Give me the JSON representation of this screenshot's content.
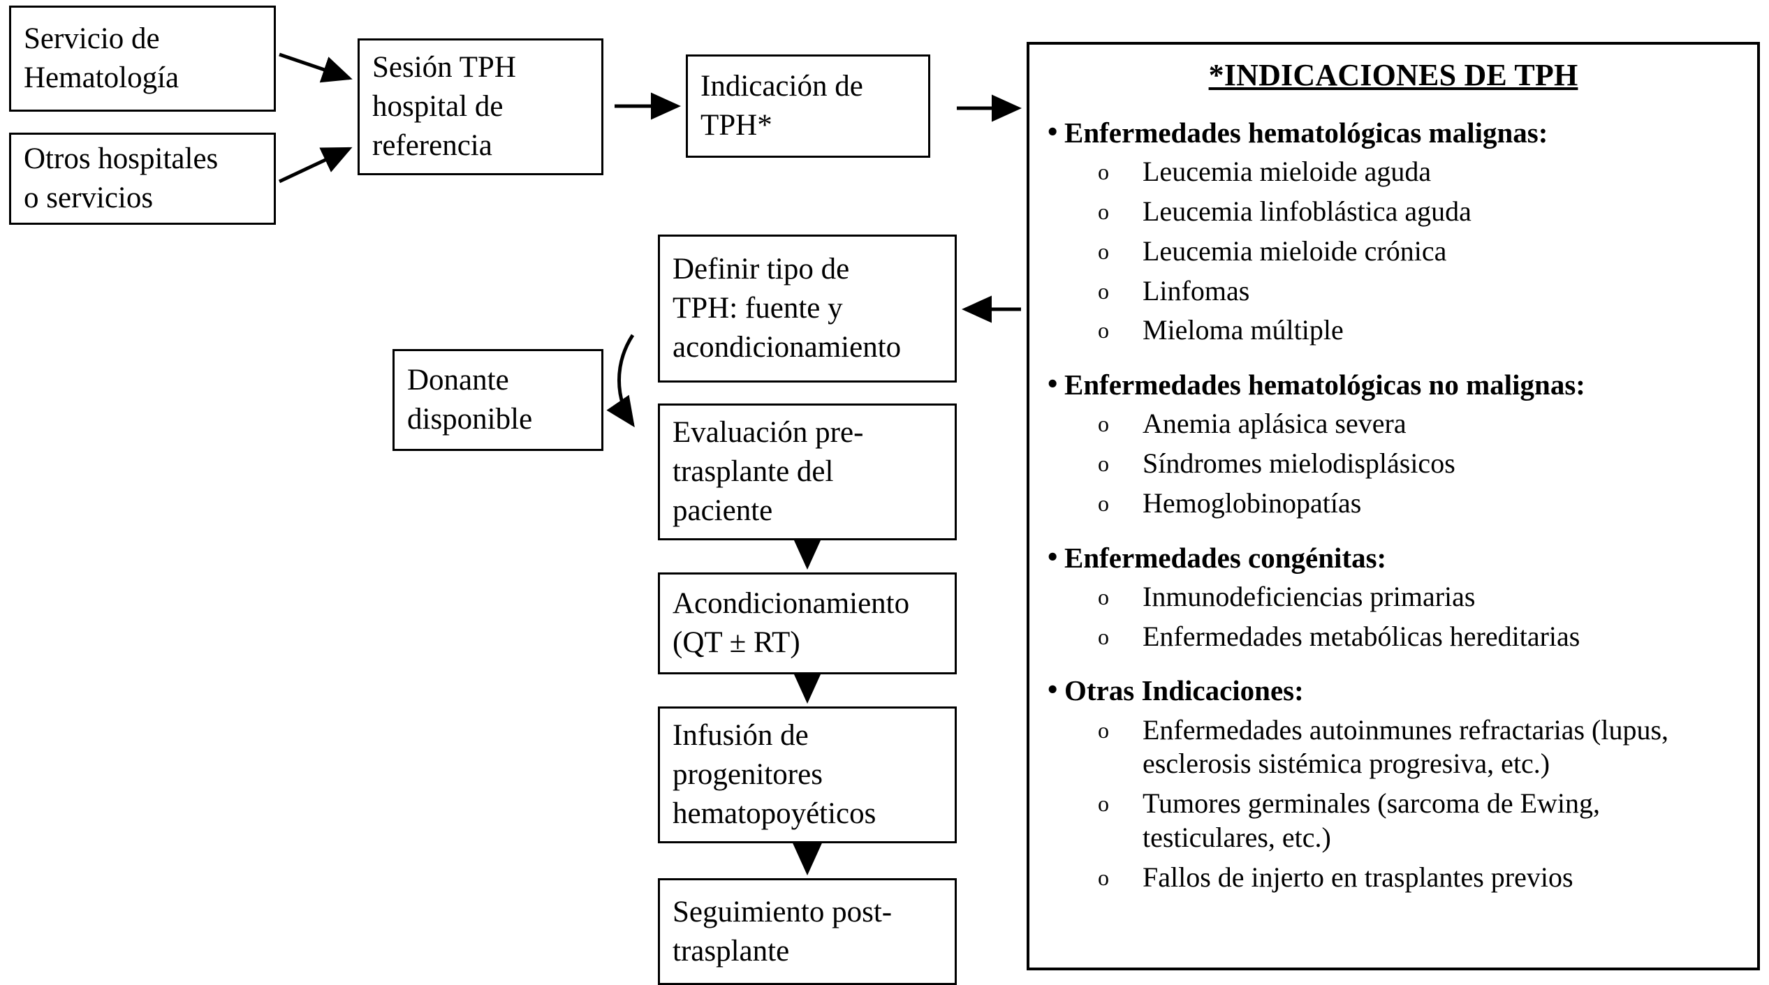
{
  "flow": {
    "boxes": [
      {
        "id": "servicio-hematologia",
        "text": "Servicio de\nHematología"
      },
      {
        "id": "otros-hospitales",
        "text": "Otros hospitales\no servicios"
      },
      {
        "id": "sesion-tph",
        "text": "Sesión TPH\nhospital de\nreferencia"
      },
      {
        "id": "indicacion-tph",
        "text": "Indicación de\nTPH*"
      },
      {
        "id": "definir-tipo",
        "text": "Definir tipo de\nTPH: fuente y\nacondicionamiento"
      },
      {
        "id": "donante",
        "text": "Donante\ndisponible"
      },
      {
        "id": "evaluacion",
        "text": "Evaluación pre-\ntrasplante del\npaciente"
      },
      {
        "id": "acondicionamiento",
        "text": "Acondicionamiento\n(QT ± RT)"
      },
      {
        "id": "infusion",
        "text": "Infusión de\nprogenitores\nhematopoyéticos"
      },
      {
        "id": "seguimiento",
        "text": "Seguimiento post-\ntrasplante"
      }
    ]
  },
  "panel": {
    "title": "*INDICACIONES DE TPH",
    "bullet_glyph": "•",
    "sub_glyph": "o",
    "groups": [
      {
        "heading": "Enfermedades hematológicas malignas:",
        "items": [
          "Leucemia mieloide aguda",
          "Leucemia linfoblástica aguda",
          "Leucemia mieloide crónica",
          "Linfomas",
          "Mieloma múltiple"
        ]
      },
      {
        "heading": "Enfermedades hematológicas no malignas:",
        "items": [
          "Anemia aplásica severa",
          "Síndromes mielodisplásicos",
          "Hemoglobinopatías"
        ]
      },
      {
        "heading": "Enfermedades congénitas:",
        "items": [
          "Inmunodeficiencias primarias",
          "Enfermedades metabólicas hereditarias"
        ]
      },
      {
        "heading": "Otras Indicaciones:",
        "items": [
          "Enfermedades autoinmunes refractarias (lupus, esclerosis sistémica progresiva, etc.)",
          "Tumores germinales (sarcoma de Ewing, testiculares, etc.)",
          "Fallos de injerto en trasplantes previos"
        ]
      }
    ]
  },
  "colors": {
    "stroke": "#000000",
    "background": "#ffffff"
  }
}
